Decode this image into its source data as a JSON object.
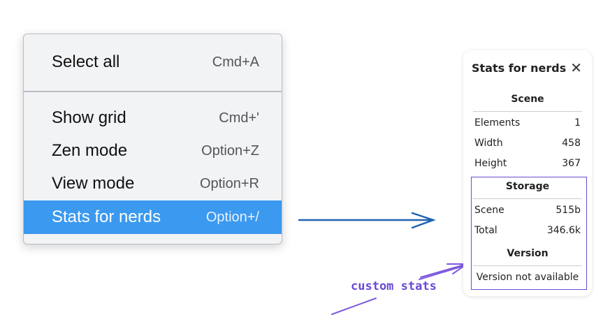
{
  "menu": {
    "items": [
      {
        "label": "Select all",
        "shortcut": "Cmd+A"
      },
      {
        "label": "Show grid",
        "shortcut": "Cmd+'"
      },
      {
        "label": "Zen mode",
        "shortcut": "Option+Z"
      },
      {
        "label": "View mode",
        "shortcut": "Option+R"
      },
      {
        "label": "Stats for nerds",
        "shortcut": "Option+/"
      }
    ],
    "active_color": "#3b99ef"
  },
  "panel": {
    "title": "Stats for nerds",
    "scene": {
      "heading": "Scene",
      "rows": [
        {
          "label": "Elements",
          "value": "1"
        },
        {
          "label": "Width",
          "value": "458"
        },
        {
          "label": "Height",
          "value": "367"
        }
      ]
    },
    "storage": {
      "heading": "Storage",
      "rows": [
        {
          "label": "Scene",
          "value": "515b"
        },
        {
          "label": "Total",
          "value": "346.6k"
        }
      ]
    },
    "version": {
      "heading": "Version",
      "text": "Version not available"
    }
  },
  "annotation": {
    "text": "custom stats",
    "color": "#6a4ad6"
  },
  "arrow_color": "#1e63b0"
}
